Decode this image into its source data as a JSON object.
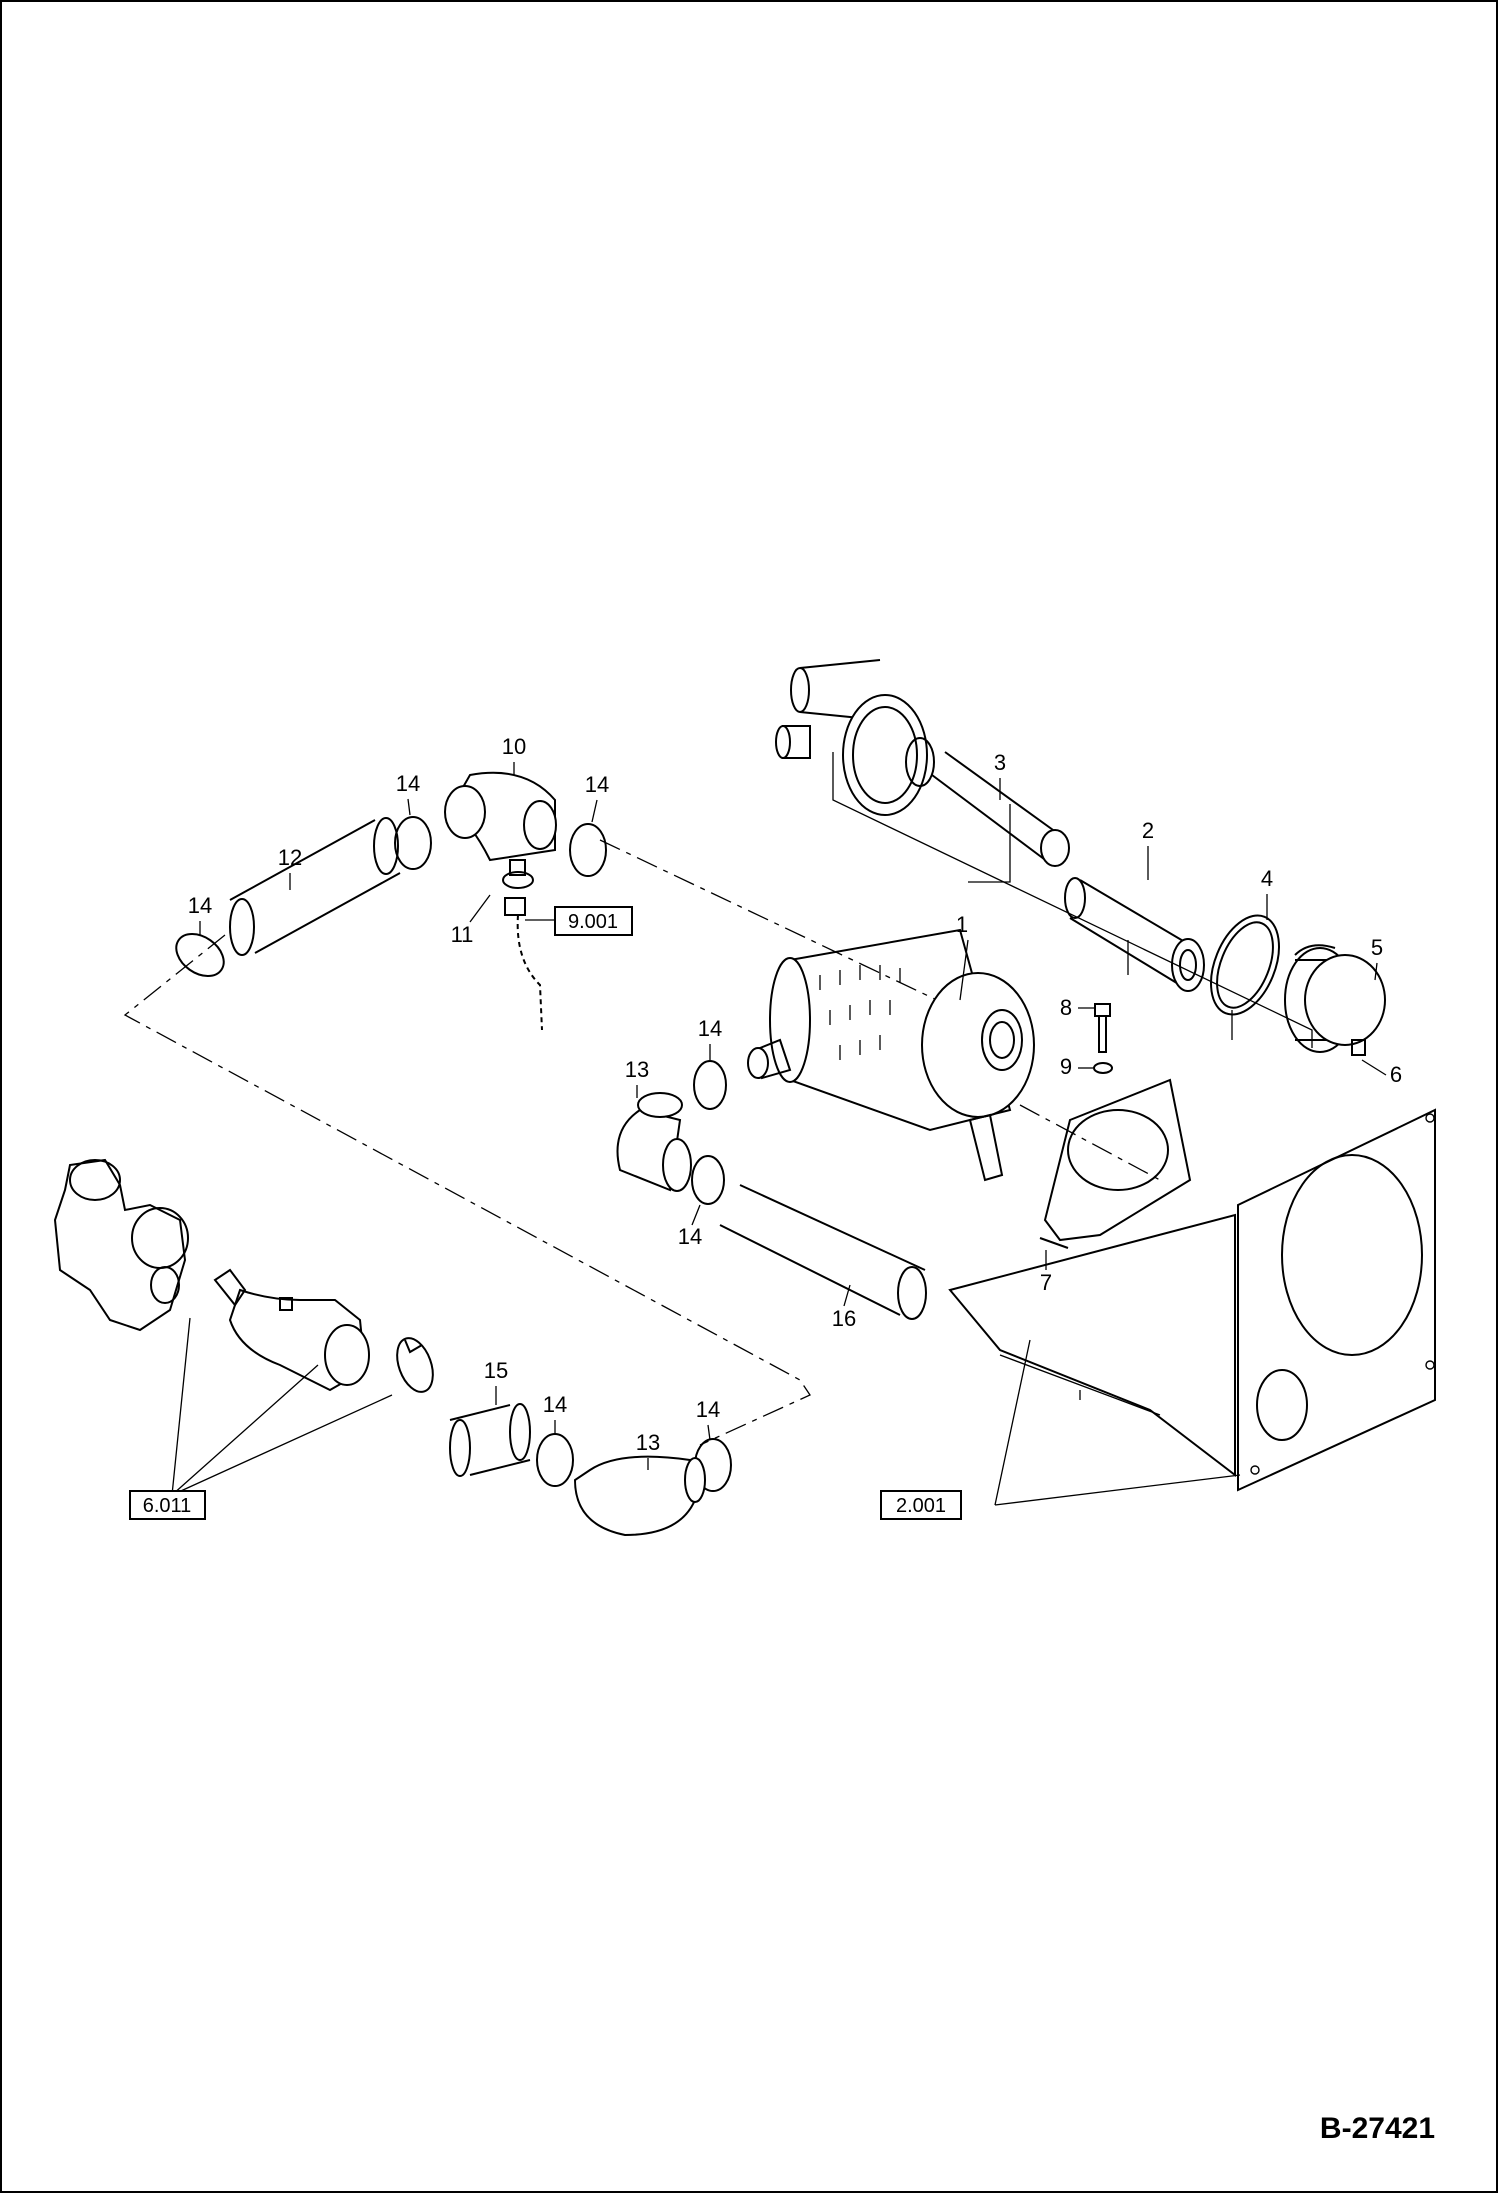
{
  "drawing_number": "B-27421",
  "callouts": [
    "1",
    "2",
    "3",
    "4",
    "5",
    "6",
    "7",
    "8",
    "9",
    "10",
    "11",
    "12",
    "13",
    "13",
    "14",
    "14",
    "14",
    "14",
    "14",
    "14",
    "14",
    "15",
    "16"
  ],
  "references": {
    "sensor_ref": "9.001",
    "turbo_ref": "6.011",
    "frame_ref": "2.001"
  }
}
